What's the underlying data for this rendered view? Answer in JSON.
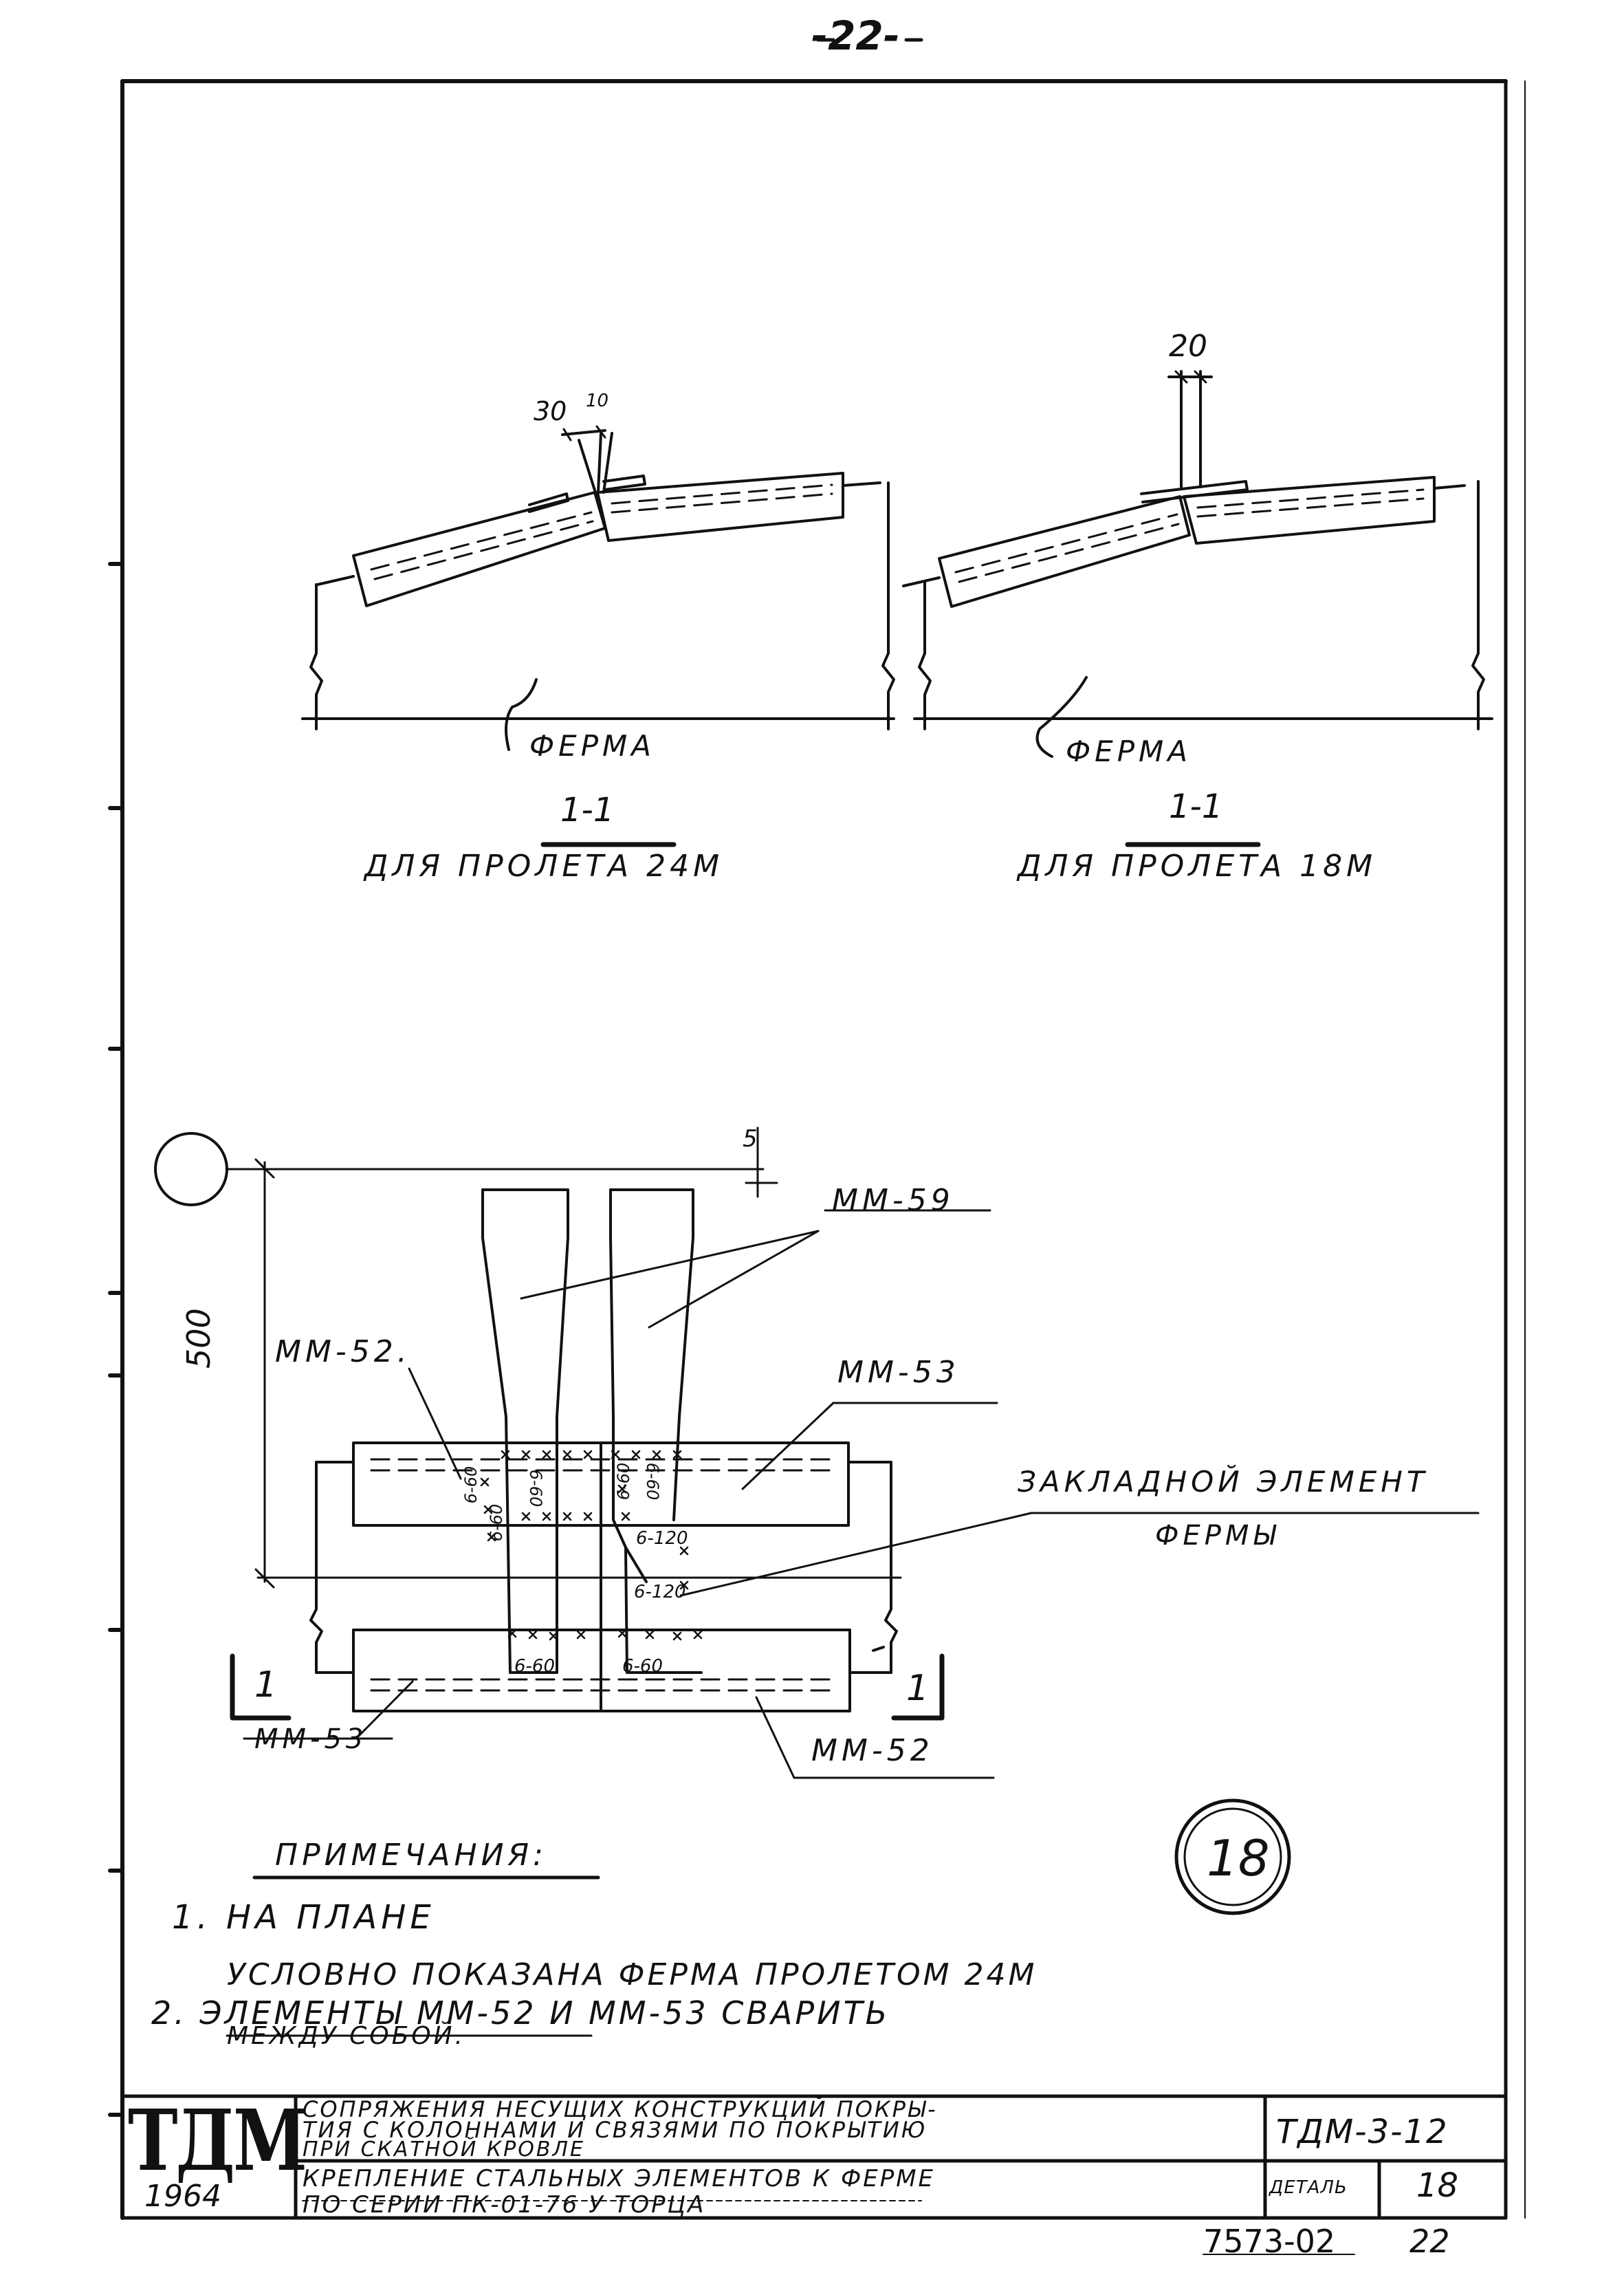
{
  "page_number": "-22-",
  "section_24m": {
    "dim_a": "30",
    "dim_b": "10",
    "truss_label": "ферма",
    "section_mark": "1-1",
    "caption": "Для пролета 24м"
  },
  "section_18m": {
    "dim": "20",
    "truss_label": "ферма",
    "section_mark": "1-1",
    "caption": "Для пролета 18м"
  },
  "plan": {
    "dim_5": "5",
    "dim_500": "500",
    "mm59": "ММ-59",
    "mm52_top": "ММ-52.",
    "mm53_top": "ММ-53",
    "embedded_1": "Закладной элемент",
    "embedded_2": "фермы",
    "mm53_bottom": "ММ-53",
    "mm52_bottom": "ММ-52",
    "cut_left": "1",
    "cut_right": "1",
    "welds": [
      "6-60",
      "6-60",
      "6-60",
      "6-60",
      "6-60",
      "6-120",
      "6-120",
      "6-60",
      "6-60"
    ]
  },
  "detail_number": "18",
  "notes": {
    "heading": "Примечания:",
    "n1_a": "1. На плане",
    "n1_b": "условно показана ферма пролетом 24м",
    "n2_a": "2. Элементы ММ-52 и ММ-53 сварить",
    "n2_b": "между собой."
  },
  "title_block": {
    "logo": "ТДМ",
    "year": "1964",
    "title_1": "Сопряжения несущих конструкций покры-",
    "title_2": "тия с колоннами и связями по покрытию",
    "title_3": "при скатной кровле",
    "sub_1": "Крепление стальных элементов к ферме",
    "sub_2": "по серии ПК-01-76 у торца",
    "code": "ТДМ-3-12",
    "detail_label": "Деталь",
    "detail_no": "18"
  },
  "footer": {
    "code": "7573-02",
    "page": "22"
  }
}
